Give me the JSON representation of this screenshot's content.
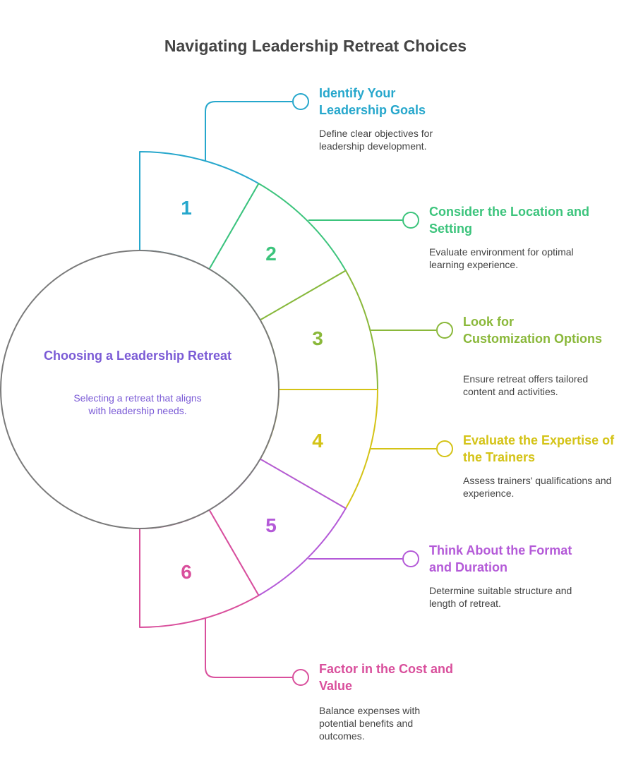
{
  "title": "Navigating Leadership Retreat Choices",
  "colors": {
    "circle": "#7a7a7a",
    "center": "#7b5bd6",
    "step1": "#26a7cc",
    "step2": "#3cc47c",
    "step3": "#8ab83a",
    "step4": "#d4c316",
    "step5": "#b45ad8",
    "step6": "#d94f9c"
  },
  "center": {
    "title": "Choosing a Leadership Retreat",
    "description": "Selecting a retreat that aligns with leadership needs."
  },
  "steps": [
    {
      "number": "1",
      "title": "Identify Your Leadership Goals",
      "description": "Define clear objectives for leadership development."
    },
    {
      "number": "2",
      "title": "Consider the Location and Setting",
      "description": "Evaluate environment for optimal learning experience."
    },
    {
      "number": "3",
      "title": "Look for Customization Options",
      "description": "Ensure retreat offers tailored content and activities."
    },
    {
      "number": "4",
      "title": "Evaluate the Expertise of the Trainers",
      "description": "Assess trainers' qualifications and experience."
    },
    {
      "number": "5",
      "title": "Think About the Format and Duration",
      "description": "Determine suitable structure and length of retreat."
    },
    {
      "number": "6",
      "title": "Factor in the Cost and Value",
      "description": "Balance expenses with potential benefits and outcomes."
    }
  ]
}
